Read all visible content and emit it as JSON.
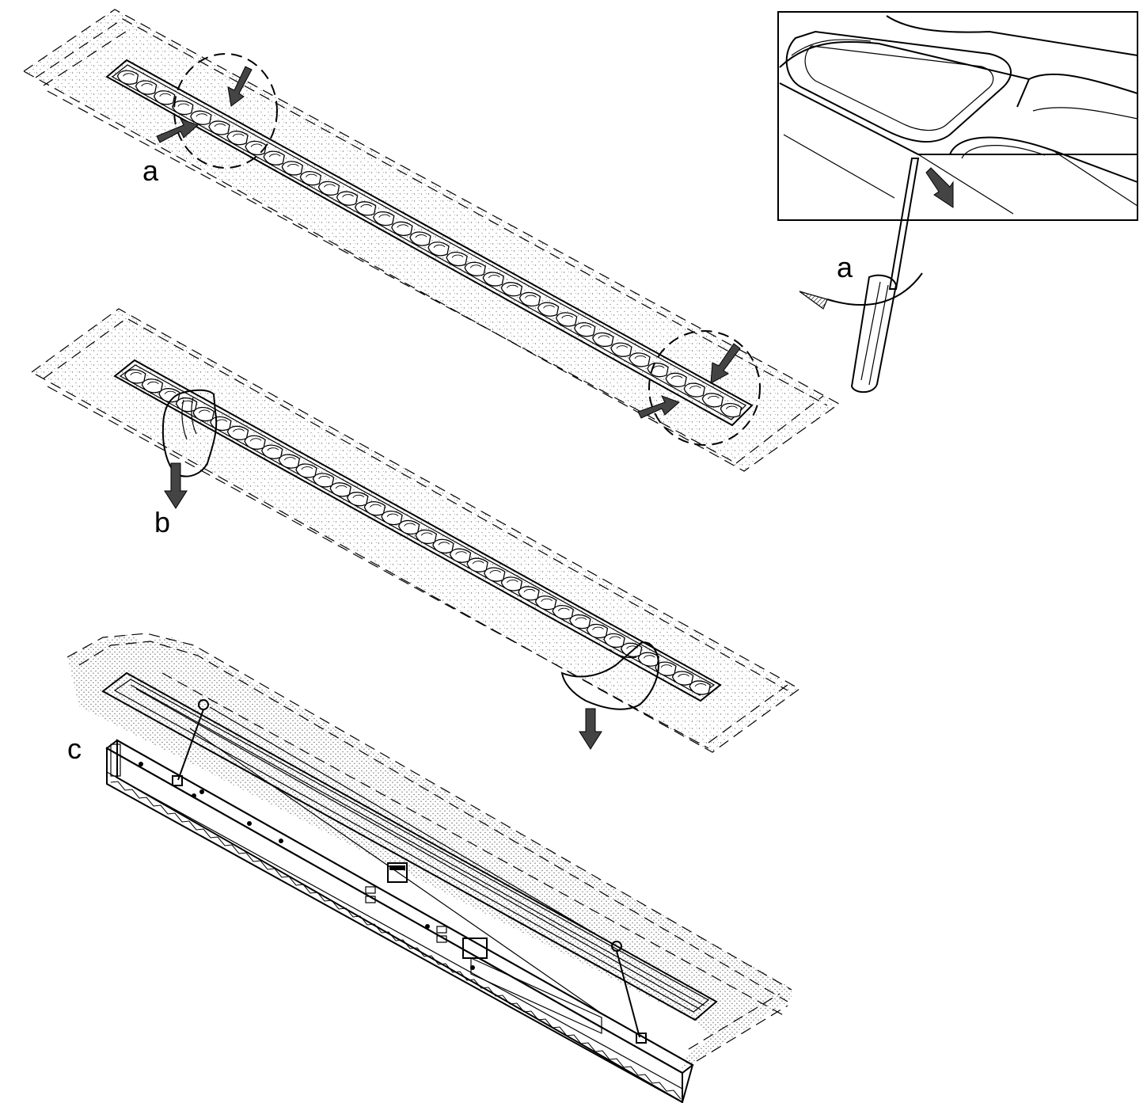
{
  "labels": {
    "step_a": "a",
    "inset_a": "a",
    "step_b": "b",
    "step_c": "c"
  },
  "panels": {
    "top": {
      "cells": 34
    },
    "middle": {
      "cells": 34
    }
  },
  "colors": {
    "line": "#000000",
    "arrow_fill": "#444444",
    "ceiling_texture": "#777777"
  }
}
